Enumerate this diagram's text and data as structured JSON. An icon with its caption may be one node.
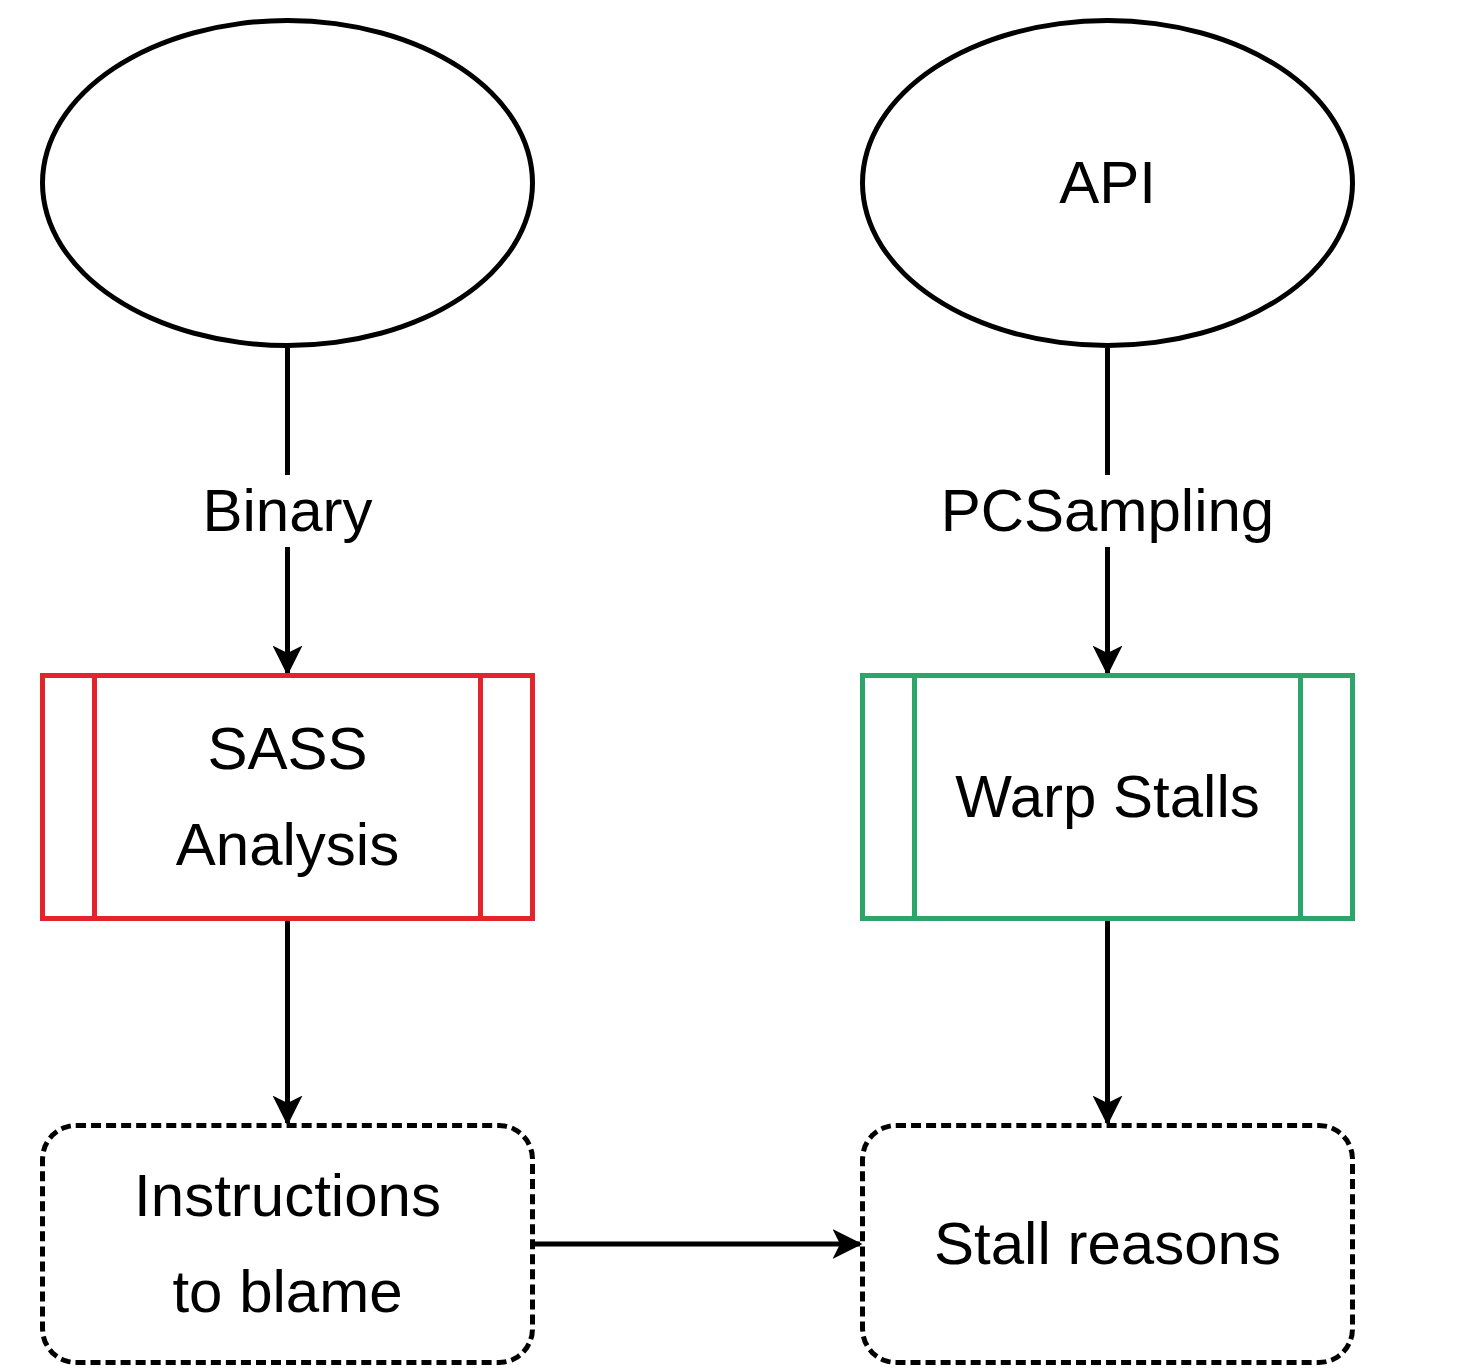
{
  "diagram": {
    "nodes": [
      {
        "text": [],
        "shape": "ellipse"
      },
      {
        "text": [
          "API"
        ]
      },
      {
        "text": [
          "SASS Analysis"
        ]
      },
      {
        "text": [
          "Warp Stalls"
        ]
      },
      {
        "text": [
          "Instructions to blame"
        ]
      },
      {
        "text": [
          "Stall reasons"
        ]
      }
    ],
    "edges": [
      {
        "from": 0,
        "to": 2,
        "arrow": "to",
        "label": "Binary"
      },
      {
        "from": 1,
        "to": 3,
        "arrow": "to",
        "label": "PCSampling"
      },
      {
        "from": 2,
        "to": 4,
        "arrow": "to"
      },
      {
        "from": 3,
        "to": 5,
        "arrow": "to"
      },
      {
        "from": 4,
        "to": 5,
        "arrow": "to"
      }
    ]
  }
}
